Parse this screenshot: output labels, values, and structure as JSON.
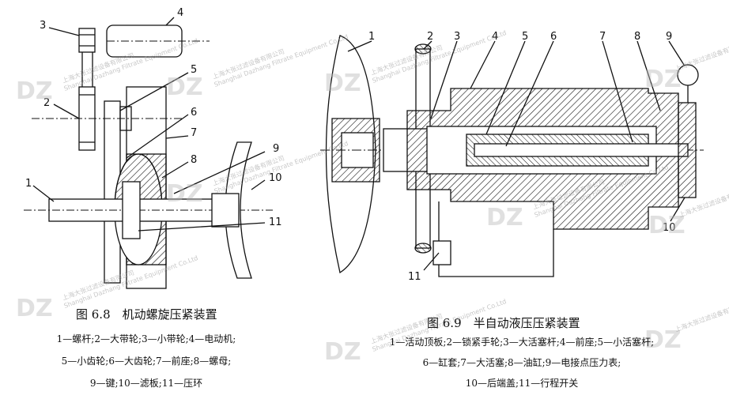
{
  "fig68": {
    "caption": "图 6.8　机动螺旋压紧装置",
    "legend": [
      "1—螺杆;2—大带轮;3—小带轮;4—电动机;",
      "5—小齿轮;6—大齿轮;7—前座;8—螺母;",
      "9—键;10—滤板;11—压环"
    ],
    "labels": [
      "1",
      "2",
      "3",
      "4",
      "5",
      "6",
      "7",
      "8",
      "9",
      "10",
      "11"
    ]
  },
  "fig69": {
    "caption": "图 6.9　半自动液压压紧装置",
    "legend": [
      "1—活动顶板;2—锁紧手轮;3—大活塞杆;4—前座;5—小活塞杆;",
      "6—缸套;7—大活塞;8—油缸;9—电接点压力表;",
      "10—后端盖;11—行程开关"
    ],
    "labels": [
      "1",
      "2",
      "3",
      "4",
      "5",
      "6",
      "7",
      "8",
      "9",
      "10",
      "11"
    ]
  },
  "watermark": {
    "logo": "DZ",
    "company_cn": "上海大张过滤设备有限公司",
    "company_en": "Shanghai Dazhang Filtrate Equipment Co.Ltd"
  }
}
